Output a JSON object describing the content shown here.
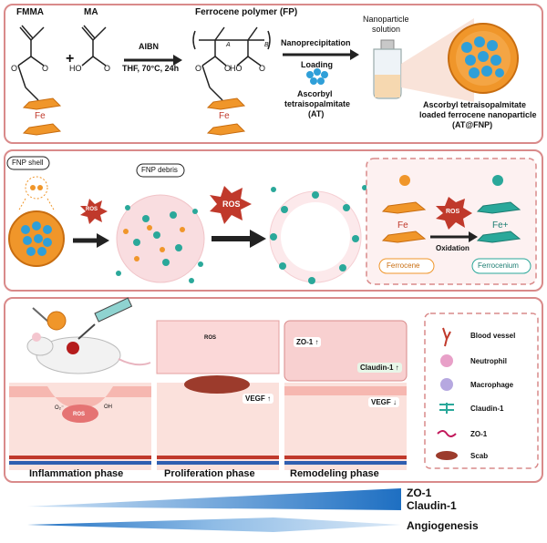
{
  "panel1": {
    "fmma": "FMMA",
    "ma": "MA",
    "plus": "+",
    "aibn": "AIBN",
    "conditions": "THF, 70°C, 24h",
    "fp_title": "Ferrocene polymer (FP)",
    "np": "Nanoprecipitation",
    "loading": "Loading",
    "at_line1": "Ascorbyl",
    "at_line2": "tetraisopalmitate",
    "at_line3": "(AT)",
    "ns_line1": "Nanoparticle",
    "ns_line2": "solution",
    "atfnp_line1": "Ascorbyl tetraisopalmitate",
    "atfnp_line2": "loaded ferrocene nanoparticle",
    "atfnp_line3": "(AT@FNP)",
    "fe": "Fe",
    "ho": "HO",
    "oh": "OH",
    "o": "O",
    "sub_a": "A",
    "sub_b": "B"
  },
  "panel2": {
    "fnp_shell": "FNP shell",
    "fnp_debris": "FNP debris",
    "ros": "ROS",
    "oxidation": "Oxidation",
    "ferrocene": "Ferrocene",
    "ferrocenium": "Ferrocenium",
    "fe": "Fe",
    "fe_plus": "Fe+"
  },
  "panel3": {
    "phase1": "Inflammation phase",
    "phase2": "Proliferation phase",
    "phase3": "Remodeling phase",
    "zo1_up": "ZO-1 ↑",
    "claudin_up": "Claudin-1 ↑",
    "vegf_up": "VEGF ↑",
    "vegf_down": "VEGF ↓",
    "ros": "ROS",
    "oh": "OH",
    "o2": "O₂⁻",
    "legend": [
      "Blood vessel",
      "Neutrophil",
      "Macrophage",
      "Claudin-1",
      "ZO-1",
      "Scab"
    ]
  },
  "bottom": {
    "zo1": "ZO-1",
    "claudin1": "Claudin-1",
    "angiogenesis": "Angiogenesis"
  },
  "colors": {
    "border": "#d98a8a",
    "orange": "#f0962a",
    "teal": "#2aa89a",
    "blue": "#1e6fc2",
    "ros": "#c0392b"
  }
}
